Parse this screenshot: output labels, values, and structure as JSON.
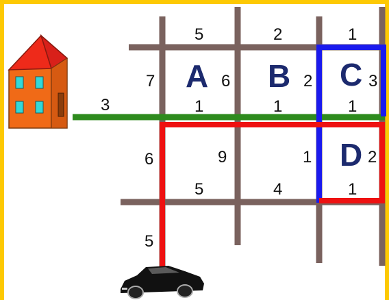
{
  "colors": {
    "background_border": "#fdc903",
    "street": "#7a625e",
    "green_path": "#2e8b1e",
    "red_path": "#ee1111",
    "blue_path": "#1a1aee",
    "letters": "#1c2a6e",
    "house_wall": "#f06a17",
    "house_roof": "#ee2a1a",
    "house_window": "#33d8d8",
    "car_body": "#111111"
  },
  "icons": {
    "house": "house-icon",
    "car": "car-icon"
  },
  "blocks": {
    "a": "A",
    "b": "B",
    "c": "C",
    "d": "D"
  },
  "weights": {
    "top_ab": "5",
    "top_bc": "2",
    "top_c": "1",
    "left_a": "7",
    "between_ab": "6",
    "between_bc": "2",
    "right_c": "3",
    "house_street": "3",
    "mid_a": "1",
    "mid_b": "1",
    "mid_c": "1",
    "left_lower": "6",
    "center_lower": "9",
    "between_lower_d": "1",
    "right_d": "2",
    "bottom_a": "5",
    "bottom_b": "4",
    "bottom_d": "1",
    "car_street": "5"
  }
}
